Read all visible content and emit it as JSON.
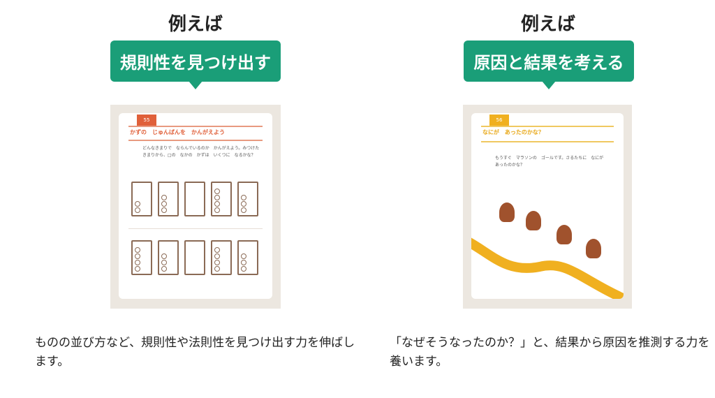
{
  "colors": {
    "accent": "#1a9e78",
    "left_theme": "#e0603a",
    "right_theme": "#f0b020"
  },
  "left": {
    "heading": "例えば",
    "bubble": "規則性を見つけ出す",
    "sheet_tag": "55",
    "sheet_title": "かずの　じゅんばんを　かんがえよう",
    "sheet_text": "どんなきまりで　ならんでいるのか　かんがえよう。みつけた　きまりから、□の　なかの　かずは　いくつに　なるかな？",
    "caption": "ものの並び方など、規則性や法則性を見つけ出す力を伸ばします。"
  },
  "right": {
    "heading": "例えば",
    "bubble": "原因と結果を考える",
    "sheet_tag": "56",
    "sheet_title": "なにが　あったのかな？",
    "sheet_text": "もうすぐ　マラソンの　ゴールです。さるたちに　なにが　あったのかな？",
    "caption": "「なぜそうなったのか？」と、結果から原因を推測する力を養います。"
  }
}
